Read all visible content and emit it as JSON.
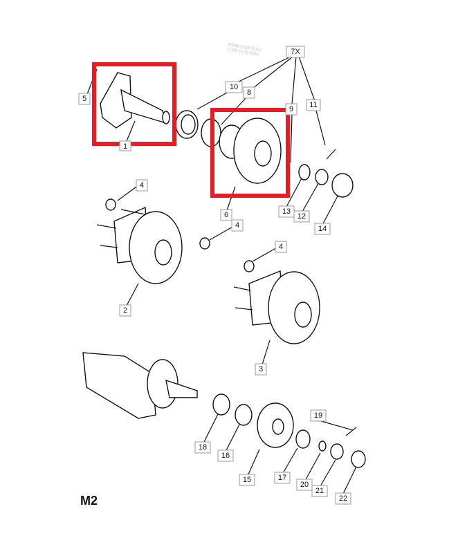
{
  "diagram": {
    "code": "M2",
    "watermark": {
      "line1": "WWW.ILCATS.RU",
      "line2": "11.03 15:20 2023"
    },
    "callouts": [
      "7X",
      "10",
      "8",
      "9",
      "11",
      "5",
      "1",
      "4",
      "6",
      "13",
      "12",
      "14",
      "4",
      "2",
      "4",
      "3",
      "19",
      "18",
      "16",
      "15",
      "17",
      "20",
      "21",
      "22"
    ],
    "highlight_color": "#e81c24"
  }
}
